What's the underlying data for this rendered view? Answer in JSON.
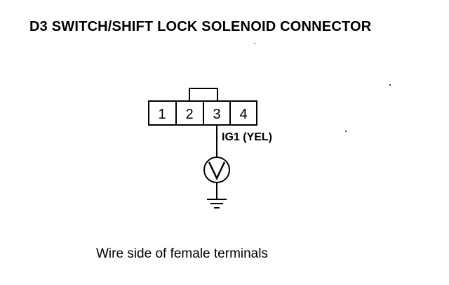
{
  "diagram": {
    "title": "D3 SWITCH/SHIFT LOCK SOLENOID CONNECTOR",
    "connector": {
      "pins": [
        "1",
        "2",
        "3",
        "4"
      ]
    },
    "wire_label": "IG1 (YEL)",
    "meter_symbol": "V",
    "caption": "Wire side of female terminals"
  }
}
